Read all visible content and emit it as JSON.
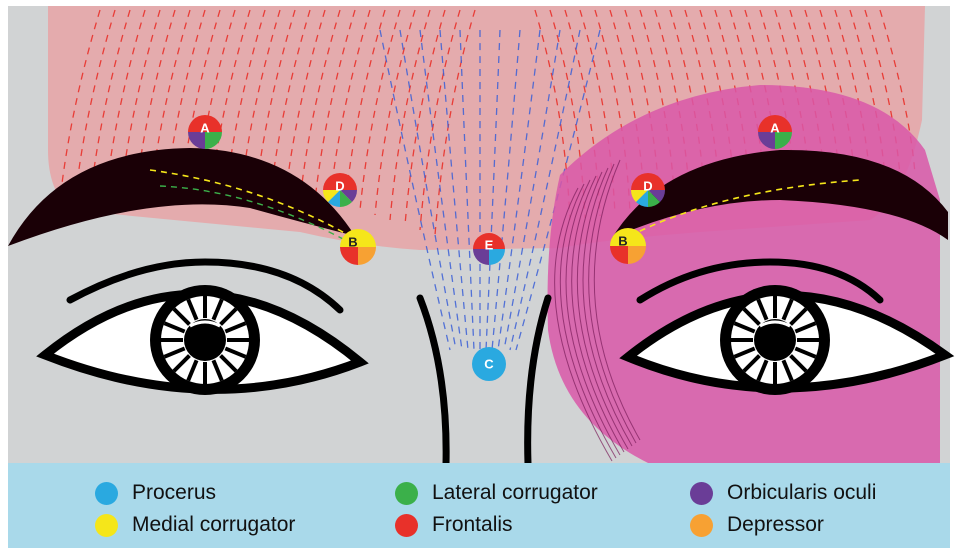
{
  "colors": {
    "procerus": "#2aa9e0",
    "lateral_corrugator": "#3bb04a",
    "orbicularis_oculi": "#6a3d97",
    "medial_corrugator": "#f5e61a",
    "frontalis": "#e8312a",
    "depressor": "#f7a133",
    "background": "#d1d3d4",
    "forehead": "#e8a3a6",
    "orbicularis_overlay": "#d957a8",
    "legend_bg": "#a9d9ea"
  },
  "injection_points": [
    {
      "id": "left-a",
      "label": "A",
      "muscles": [
        "frontalis",
        "lateral_corrugator",
        "orbicularis_oculi"
      ]
    },
    {
      "id": "left-d",
      "label": "D",
      "muscles": [
        "frontalis",
        "orbicularis_oculi",
        "lateral_corrugator",
        "procerus",
        "medial_corrugator"
      ]
    },
    {
      "id": "left-b",
      "label": "B",
      "muscles": [
        "medial_corrugator",
        "depressor",
        "frontalis"
      ]
    },
    {
      "id": "center-e",
      "label": "E",
      "muscles": [
        "frontalis",
        "procerus",
        "orbicularis_oculi"
      ]
    },
    {
      "id": "center-c",
      "label": "C",
      "muscles": [
        "procerus"
      ]
    },
    {
      "id": "right-a",
      "label": "A",
      "muscles": [
        "frontalis",
        "lateral_corrugator",
        "orbicularis_oculi"
      ]
    },
    {
      "id": "right-d",
      "label": "D",
      "muscles": [
        "frontalis",
        "orbicularis_oculi",
        "lateral_corrugator",
        "procerus",
        "medial_corrugator"
      ]
    },
    {
      "id": "right-b",
      "label": "B",
      "muscles": [
        "medial_corrugator",
        "depressor",
        "frontalis"
      ]
    }
  ],
  "legend": [
    {
      "key": "procerus",
      "label": "Procerus"
    },
    {
      "key": "lateral_corrugator",
      "label": "Lateral corrugator"
    },
    {
      "key": "orbicularis_oculi",
      "label": "Orbicularis oculi"
    },
    {
      "key": "medial_corrugator",
      "label": "Medial corrugator"
    },
    {
      "key": "frontalis",
      "label": "Frontalis"
    },
    {
      "key": "depressor",
      "label": "Depressor"
    }
  ]
}
